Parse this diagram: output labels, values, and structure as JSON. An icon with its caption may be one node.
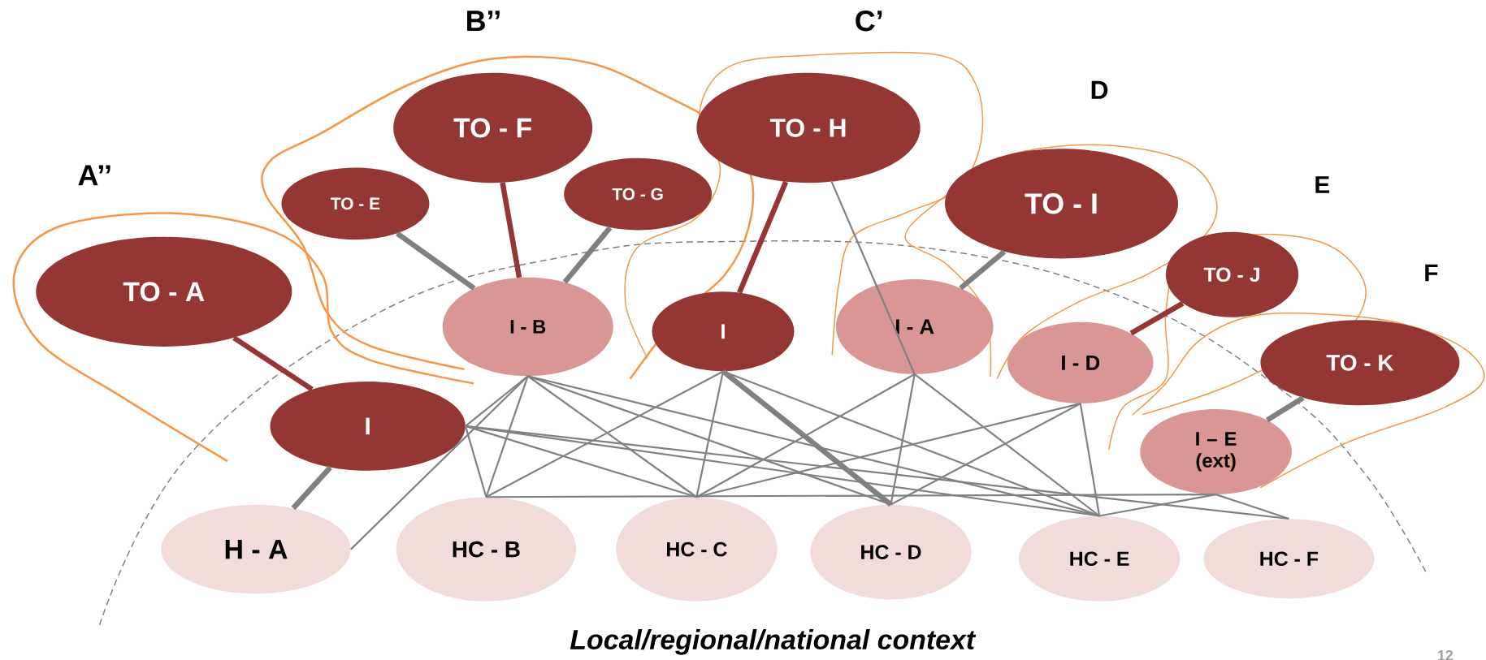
{
  "diagram": {
    "caption": "Local/regional/national context",
    "nodes": [
      {
        "text": [
          "TO - A"
        ]
      },
      {
        "text": [
          "I"
        ]
      },
      {
        "text": [
          "H - A"
        ]
      },
      {
        "text": [
          "TO - E"
        ]
      },
      {
        "text": [
          "TO - F"
        ]
      },
      {
        "text": [
          "TO - G"
        ]
      },
      {
        "text": [
          "I - B"
        ]
      },
      {
        "text": [
          "HC - B"
        ]
      },
      {
        "text": [
          "TO - H"
        ]
      },
      {
        "text": [
          "I"
        ]
      },
      {
        "text": [
          "I - A"
        ]
      },
      {
        "text": [
          "HC - C"
        ]
      },
      {
        "text": [
          "TO - I"
        ]
      },
      {
        "text": [
          "HC - D"
        ]
      },
      {
        "text": [
          "TO - J"
        ]
      },
      {
        "text": [
          "I - D"
        ]
      },
      {
        "text": [
          "HC - E"
        ]
      },
      {
        "text": [
          "TO - K"
        ]
      },
      {
        "text": [
          "I – E (ext)"
        ]
      },
      {
        "text": [
          "HC - F"
        ]
      }
    ],
    "edges": [
      {
        "from": 0,
        "to": 1,
        "arrow": "none",
        "style": "thick",
        "color": "#943634"
      },
      {
        "from": 1,
        "to": 2,
        "arrow": "none",
        "style": "thick"
      },
      {
        "from": 3,
        "to": 6,
        "arrow": "none",
        "style": "thick"
      },
      {
        "from": 4,
        "to": 6,
        "arrow": "none",
        "style": "thick",
        "color": "#943634"
      },
      {
        "from": 5,
        "to": 6,
        "arrow": "none",
        "style": "thick"
      },
      {
        "from": 8,
        "to": 9,
        "arrow": "none",
        "style": "thick",
        "color": "#943634"
      },
      {
        "from": 8,
        "to": 10,
        "arrow": "none"
      },
      {
        "from": 12,
        "to": 10,
        "arrow": "none",
        "style": "thick"
      },
      {
        "from": 14,
        "to": 15,
        "arrow": "none",
        "style": "thick",
        "color": "#943634"
      },
      {
        "from": 17,
        "to": 18,
        "arrow": "none",
        "style": "thick"
      },
      {
        "from": 2,
        "to": 6,
        "arrow": "none"
      },
      {
        "from": 6,
        "to": 7,
        "arrow": "none"
      },
      {
        "from": 6,
        "to": 1,
        "arrow": "none"
      },
      {
        "from": 6,
        "to": 11,
        "arrow": "none"
      },
      {
        "from": 6,
        "to": 13,
        "arrow": "none"
      },
      {
        "from": 6,
        "to": 16,
        "arrow": "none"
      },
      {
        "from": 1,
        "to": 7,
        "arrow": "none"
      },
      {
        "from": 1,
        "to": 11,
        "arrow": "none"
      },
      {
        "from": 1,
        "to": 16,
        "arrow": "none"
      },
      {
        "from": 1,
        "to": 19,
        "arrow": "none"
      },
      {
        "from": 9,
        "to": 7,
        "arrow": "none"
      },
      {
        "from": 9,
        "to": 11,
        "arrow": "none"
      },
      {
        "from": 9,
        "to": 13,
        "arrow": "none",
        "style": "thick"
      },
      {
        "from": 9,
        "to": 16,
        "arrow": "none"
      },
      {
        "from": 10,
        "to": 11,
        "arrow": "none"
      },
      {
        "from": 10,
        "to": 13,
        "arrow": "none"
      },
      {
        "from": 10,
        "to": 16,
        "arrow": "none"
      },
      {
        "from": 15,
        "to": 11,
        "arrow": "none"
      },
      {
        "from": 15,
        "to": 13,
        "arrow": "none"
      },
      {
        "from": 15,
        "to": 16,
        "arrow": "none"
      },
      {
        "from": 18,
        "to": 16,
        "arrow": "none"
      },
      {
        "from": 18,
        "to": 19,
        "arrow": "none"
      },
      {
        "from": 7,
        "to": 18,
        "arrow": "none"
      }
    ],
    "labels": [
      "A’’",
      "B’’",
      "C’",
      "D",
      "E",
      "F",
      "12"
    ]
  }
}
